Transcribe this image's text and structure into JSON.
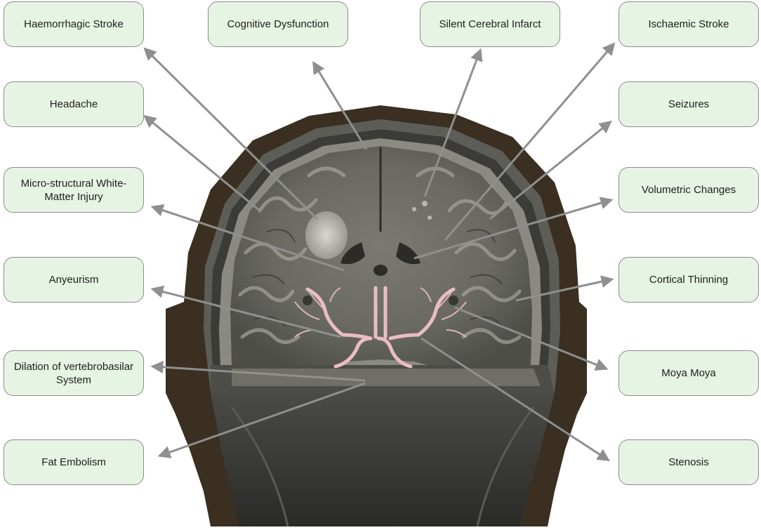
{
  "labels": {
    "haemorrhagic_stroke": "Haemorrhagic Stroke",
    "cognitive_dysfunction": "Cognitive Dysfunction",
    "silent_cerebral_infarct": "Silent Cerebral Infarct",
    "ischaemic_stroke": "Ischaemic Stroke",
    "headache": "Headache",
    "seizures": "Seizures",
    "white_matter_injury": "Micro-structural White-Matter Injury",
    "volumetric_changes": "Volumetric Changes",
    "aneurysm": "Anyeurism",
    "cortical_thinning": "Cortical Thinning",
    "dilation_vertebrobasilar": "Dilation of vertebrobasilar System",
    "moya_moya": "Moya Moya",
    "fat_embolism": "Fat Embolism",
    "stenosis": "Stenosis"
  },
  "colors": {
    "label_fill": "#e6f4e3",
    "label_border": "#8c8c8c",
    "arrow": "#8f8f8f",
    "head_outline": "#3a2f20",
    "vessels": "#e9bcc6"
  },
  "image": {
    "subject": "coronal brain MRI with overlaid pink cerebral arteries"
  }
}
